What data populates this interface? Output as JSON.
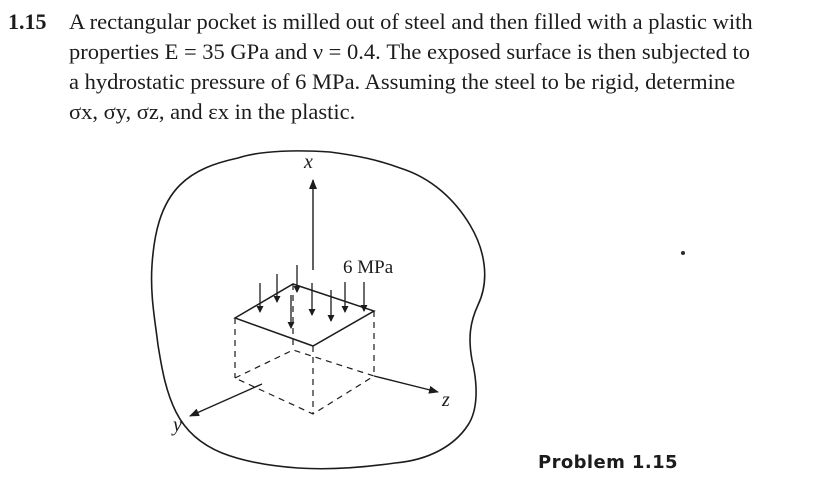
{
  "problem": {
    "number": "1.15",
    "lines": [
      "A rectangular pocket is milled out of steel and then filled with a plastic with",
      "properties E = 35 GPa and ν = 0.4. The exposed surface is then subjected to",
      "a hydrostatic pressure of 6 MPa. Assuming the steel to be rigid, determine",
      "σx, σy, σz, and εx in the plastic."
    ]
  },
  "figure": {
    "axis_x_label": "x",
    "axis_y_label": "y",
    "axis_z_label": "z",
    "pressure_label": "6 MPa",
    "caption": "Problem 1.15"
  }
}
